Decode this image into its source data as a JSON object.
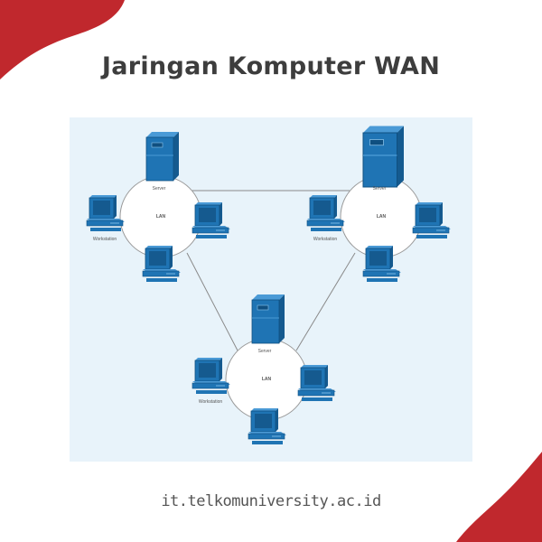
{
  "title": "Jaringan Komputer WAN",
  "footer": "it.telkomuniversity.ac.id",
  "colors": {
    "accent": "#c0282d",
    "device": "#1f74b4",
    "panel": "#e8f3fa",
    "ring": "#9a9a9a"
  },
  "lans": [
    {
      "center_label": "LAN",
      "server_label": "Server",
      "workstation_label": "Workstation"
    },
    {
      "center_label": "LAN",
      "server_label": "Server",
      "workstation_label": "Workstation"
    },
    {
      "center_label": "LAN",
      "server_label": "Server",
      "workstation_label": "Workstation"
    }
  ]
}
